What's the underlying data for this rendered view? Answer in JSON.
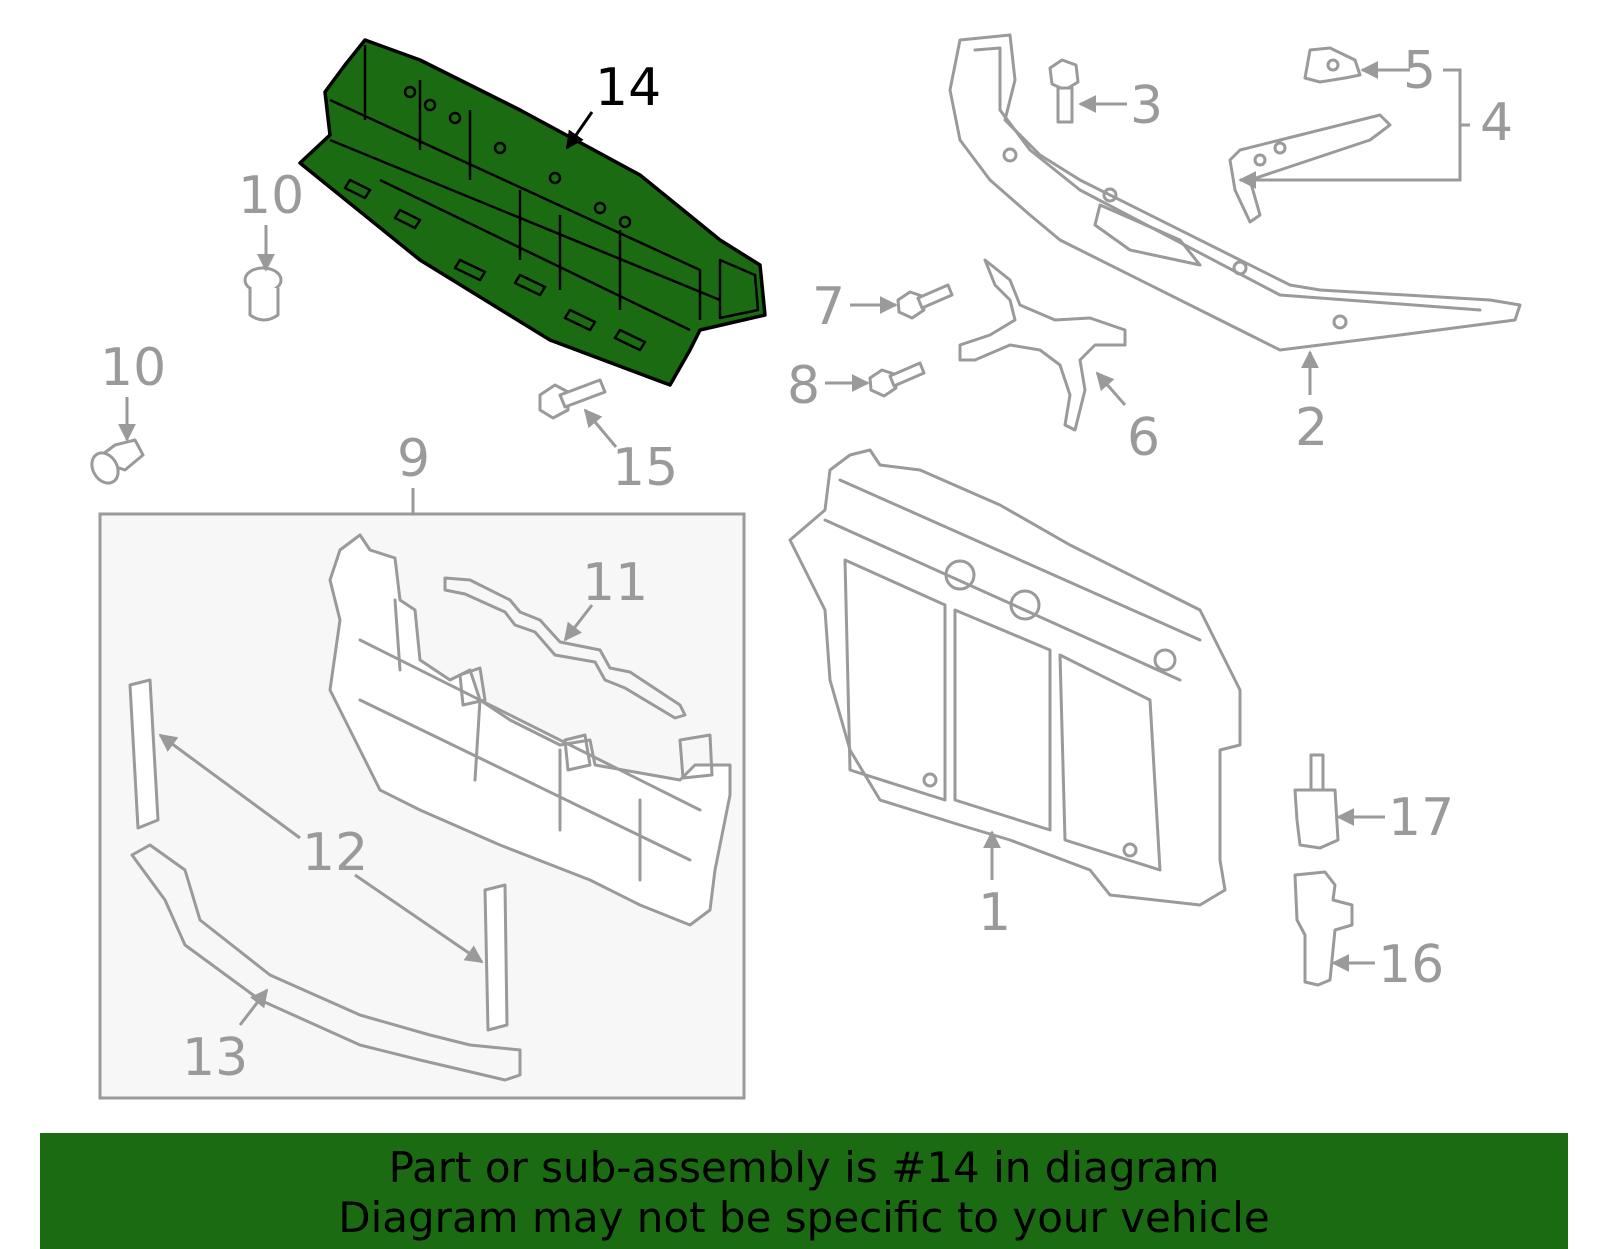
{
  "callouts": {
    "c1": "1",
    "c2": "2",
    "c3": "3",
    "c4": "4",
    "c5": "5",
    "c6": "6",
    "c7": "7",
    "c8": "8",
    "c9": "9",
    "c10a": "10",
    "c10b": "10",
    "c11": "11",
    "c12": "12",
    "c13": "13",
    "c14": "14",
    "c15": "15",
    "c16": "16",
    "c17": "17"
  },
  "highlighted_part": "14",
  "colors": {
    "highlight_fill": "#1b6b12",
    "parts_outline": "#9a9a9a",
    "banner_background": "#1b6b12"
  },
  "banner": {
    "line1": "Part or sub-assembly is #14 in diagram",
    "line2": "Diagram may not be specific to your vehicle"
  }
}
